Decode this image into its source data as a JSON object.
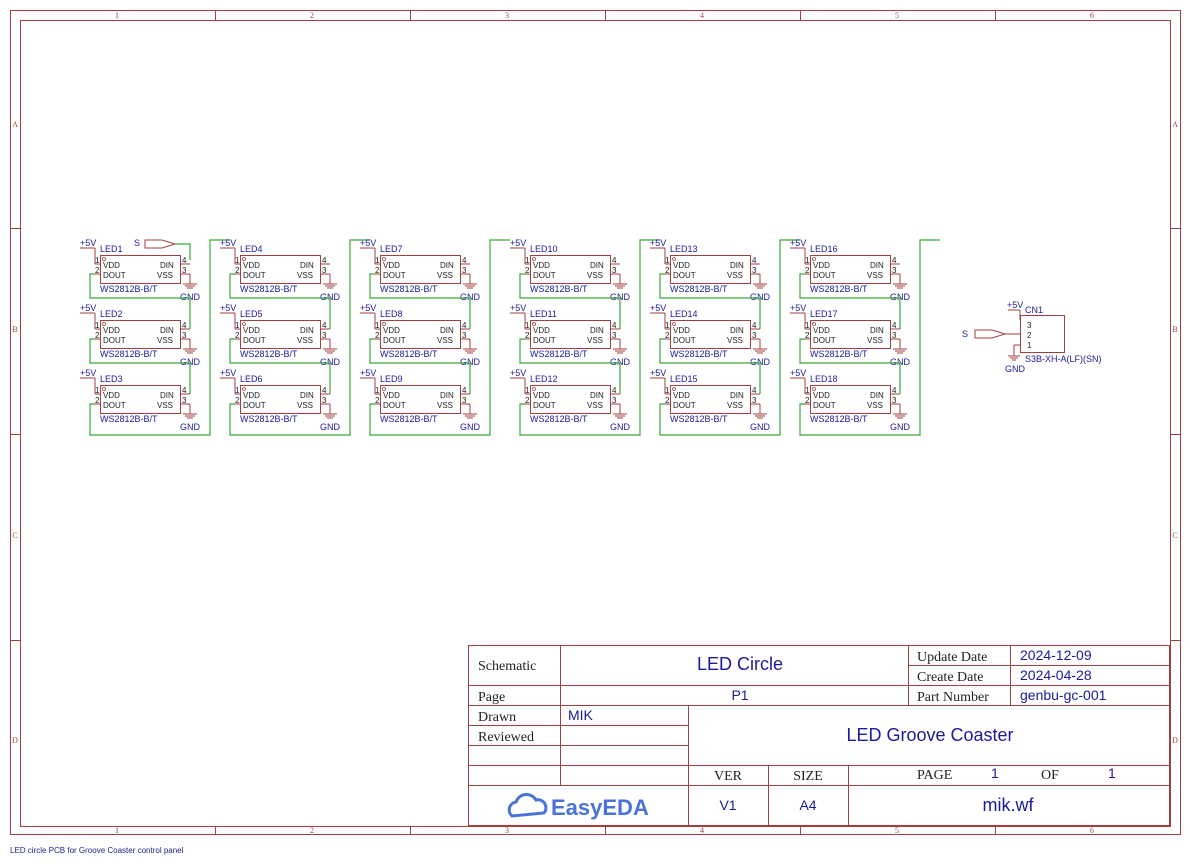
{
  "footer_note": "LED circle PCB for Groove Coaster control panel",
  "grid": {
    "columns": [
      "1",
      "2",
      "3",
      "4",
      "5",
      "6"
    ],
    "rows": [
      "A",
      "B",
      "C",
      "D"
    ]
  },
  "net_labels": {
    "vcc": "+5V",
    "gnd": "GND",
    "signal": "S"
  },
  "led_part": {
    "value": "WS2812B-B/T",
    "pins": {
      "vdd": "VDD",
      "dout": "DOUT",
      "din": "DIN",
      "vss": "VSS"
    },
    "pin_numbers": [
      "1",
      "2",
      "3",
      "4"
    ]
  },
  "leds": [
    "LED1",
    "LED2",
    "LED3",
    "LED4",
    "LED5",
    "LED6",
    "LED7",
    "LED8",
    "LED9",
    "LED10",
    "LED11",
    "LED12",
    "LED13",
    "LED14",
    "LED15",
    "LED16",
    "LED17",
    "LED18"
  ],
  "connector": {
    "designator": "CN1",
    "value": "S3B-XH-A(LF)(SN)",
    "pins": [
      "3",
      "2",
      "1"
    ]
  },
  "title_block": {
    "schematic_label": "Schematic",
    "schematic_value": "LED Circle",
    "page_label": "Page",
    "page_value": "P1",
    "drawn_label": "Drawn",
    "drawn_value": "MIK",
    "reviewed_label": "Reviewed",
    "update_date_label": "Update Date",
    "update_date_value": "2024-12-09",
    "create_date_label": "Create Date",
    "create_date_value": "2024-04-28",
    "part_number_label": "Part Number",
    "part_number_value": "genbu-gc-001",
    "project_title": "LED Groove Coaster",
    "ver_label": "VER",
    "ver_value": "V1",
    "size_label": "SIZE",
    "size_value": "A4",
    "page_num_label": "PAGE",
    "page_num_value": "1",
    "of_label": "OF",
    "of_value": "1",
    "file_name": "mik.wf",
    "logo_text": "EasyEDA"
  },
  "colors": {
    "frame": "#a04040",
    "wire": "#3aa83a",
    "text_blue": "#1a1a9e",
    "logo": "#4a73d8"
  }
}
